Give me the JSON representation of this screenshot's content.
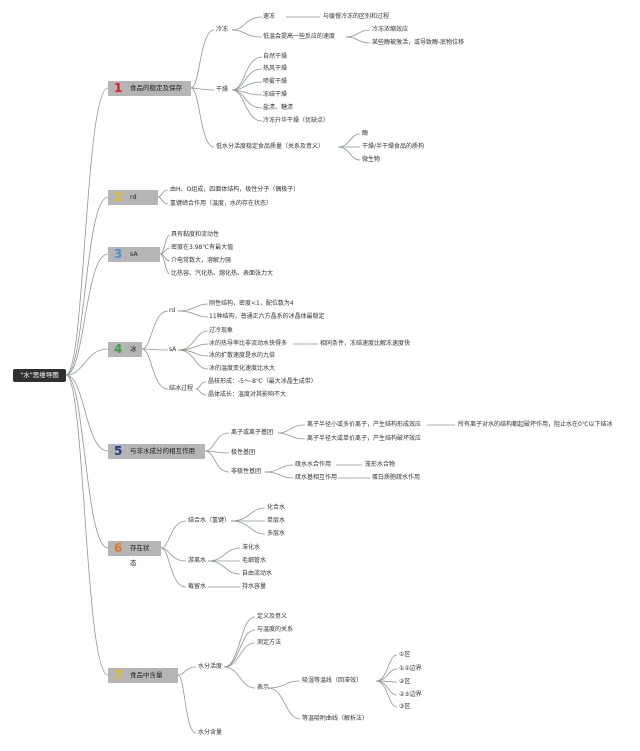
{
  "root": "\"水\"思维导图",
  "colors": {
    "line": "#8a9a8a",
    "c1": "#d62020",
    "c2": "#e0c020",
    "c3": "#4a90d9",
    "c4": "#3aa040",
    "c5": "#1f3a93",
    "c6": "#e07820",
    "c7": "#e0c020"
  },
  "cats": [
    {
      "num": "1",
      "label": "食品的稳定及保存"
    },
    {
      "num": "2",
      "label": "rd"
    },
    {
      "num": "3",
      "label": "sA"
    },
    {
      "num": "4",
      "label": "冰"
    },
    {
      "num": "5",
      "label": "与非水成分的相互作用"
    },
    {
      "num": "6",
      "label": "存在状态"
    },
    {
      "num": "7",
      "label": "食品中含量"
    }
  ],
  "n": {
    "c1a": "冷冻",
    "c1a1": "速冻",
    "c1a1x": "与缓慢冷冻的区别和过程",
    "c1a2": "低温会提高一些反应的速度",
    "c1a2x": "冷冻浓缩效应",
    "c1a2y": "某些酶被激活，或导致酶-底物位移",
    "c1b": "干燥",
    "c1b1": "自然干燥",
    "c1b2": "热风干燥",
    "c1b3": "喷雾干燥",
    "c1b4": "冻结干燥",
    "c1b5": "盐渍、糖渍",
    "c1b6": "冷冻升华干燥（优缺点）",
    "c1c": "低水分活度稳定食品质量（关系及意义）",
    "c1c1": "酶",
    "c1c2": "干燥/半干燥食品的质构",
    "c1c3": "微生物",
    "c2a": "由H、O组成，四面体结构，极性分子（偶极子）",
    "c2b": "氢键缔合作用（温度，水的存在状态）",
    "c3a": "具有黏度和流动性",
    "c3b": "密度在3.98℃有最大值",
    "c3c": "介电常数大，溶解力强",
    "c3d": "比热容、汽化热、熔化热、表面张力大",
    "c4a": "rd",
    "c4a1": "刚性结构，密度<1，配位数为4",
    "c4a2": "11种结构，普通正六方晶系的冰晶体最稳定",
    "c4b": "sA",
    "c4b1": "过冷现象",
    "c4b2": "冰的热导率比非流动水快得多",
    "c4b2x": "相同条件，冻结速度比解冻速度快",
    "c4b3": "冰的扩散速度是水的九倍",
    "c4b4": "冰的温度变化速度比水大",
    "c4c": "结冰过程",
    "c4c1": "晶核形成：-5～-8℃（最大冰晶生成带）",
    "c4c2": "晶体成长：温度对其影响不大",
    "c5a": "离子或离子基团",
    "c5a1": "离子半径小或多价离子，产生结构形成效应",
    "c5a1x": "所有离子对水的结构都起破坏作用，阻止水在0℃以下结冰",
    "c5a2": "离子半径大或单价离子，产生结构破坏效应",
    "c5b": "极性基团",
    "c5c": "非极性基团",
    "c5c1": "疏水水合作用",
    "c5c1x": "笼形水合物",
    "c5c2": "疏水基相互作用",
    "c5c2x": "蛋白质胞疏水作用",
    "c6a": "结合水（氢键）",
    "c6a1": "化合水",
    "c6a2": "单层水",
    "c6a3": "多层水",
    "c6b": "游离水",
    "c6b1": "滞化水",
    "c6b2": "毛细管水",
    "c6b3": "自由流动水",
    "c6c": "截留水",
    "c6c1": "持水容量",
    "c7a": "水分活度",
    "c7a1": "定义及意义",
    "c7a2": "与温度的关系",
    "c7a3": "测定方法",
    "c7a4": "表示",
    "c7a4a": "吸湿等温线（回滞效）",
    "c7a4b": "等温吸附曲线（解析法）",
    "c7a4a1": "①区",
    "c7a4a2": "①②边界",
    "c7a4a3": "②区",
    "c7a4a4": "②③边界",
    "c7a4a5": "③区",
    "c7b": "水分含量"
  }
}
